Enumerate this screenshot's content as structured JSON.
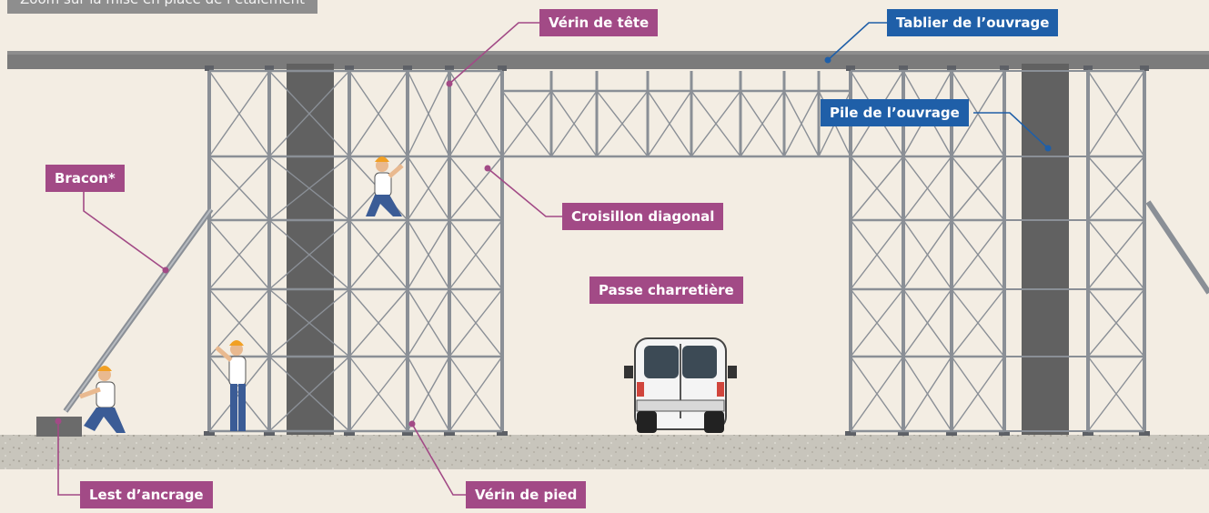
{
  "title": "Zoom sur la mise en place de l’étaiement",
  "labels": {
    "verin_tete": "Vérin de tête",
    "tablier": "Tablier de l’ouvrage",
    "pile": "Pile de l’ouvrage",
    "bracon": "Bracon*",
    "croisillon": "Croisillon diagonal",
    "passe": "Passe charretière",
    "lest": "Lest d’ancrage",
    "verin_pied": "Vérin de pied"
  },
  "colors": {
    "background": "#f3ede3",
    "deck": "#7b7b7b",
    "pier": "#616161",
    "scaffold": "#8a8f96",
    "ground": "#c9c6bd",
    "label_magenta": "#a24a86",
    "label_blue": "#1f5fa8"
  }
}
